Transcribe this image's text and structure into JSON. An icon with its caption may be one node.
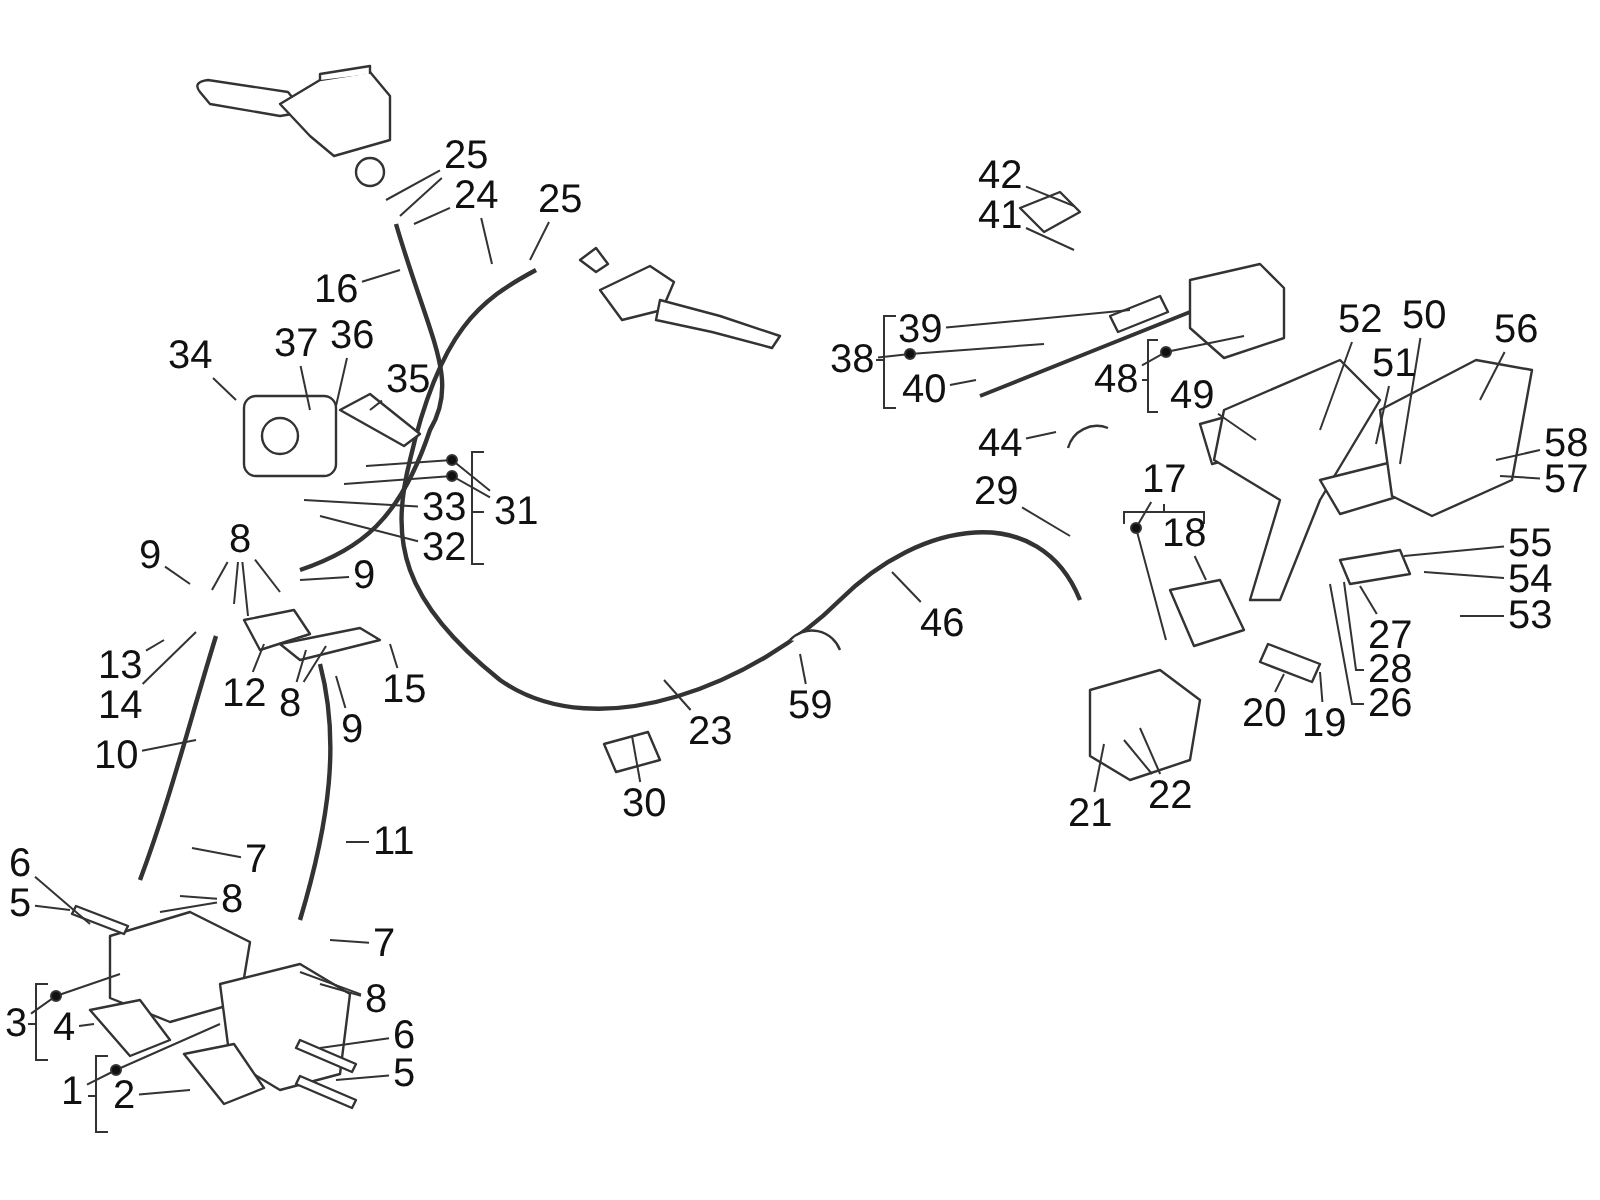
{
  "diagram": {
    "nodes": [
      {
        "text": [
          "25"
        ]
      },
      {
        "text": [
          "24"
        ]
      },
      {
        "text": [
          "25"
        ]
      },
      {
        "text": [
          "16"
        ]
      },
      {
        "text": [
          "34"
        ]
      },
      {
        "text": [
          "37"
        ]
      },
      {
        "text": [
          "36"
        ]
      },
      {
        "text": [
          "35"
        ]
      },
      {
        "text": [
          "31"
        ]
      },
      {
        "text": [
          "33"
        ]
      },
      {
        "text": [
          "32"
        ]
      },
      {
        "text": [
          "9"
        ]
      },
      {
        "text": [
          "8"
        ]
      },
      {
        "text": [
          "9"
        ]
      },
      {
        "text": [
          "13"
        ]
      },
      {
        "text": [
          "14"
        ]
      },
      {
        "text": [
          "12"
        ]
      },
      {
        "text": [
          "8"
        ]
      },
      {
        "text": [
          "15"
        ]
      },
      {
        "text": [
          "9"
        ]
      },
      {
        "text": [
          "10"
        ]
      },
      {
        "text": [
          "11"
        ]
      },
      {
        "text": [
          "6"
        ]
      },
      {
        "text": [
          "5"
        ]
      },
      {
        "text": [
          "7"
        ]
      },
      {
        "text": [
          "8"
        ]
      },
      {
        "text": [
          "3"
        ]
      },
      {
        "text": [
          "4"
        ]
      },
      {
        "text": [
          "1"
        ]
      },
      {
        "text": [
          "2"
        ]
      },
      {
        "text": [
          "7"
        ]
      },
      {
        "text": [
          "8"
        ]
      },
      {
        "text": [
          "6"
        ]
      },
      {
        "text": [
          "5"
        ]
      },
      {
        "text": [
          "42"
        ]
      },
      {
        "text": [
          "41"
        ]
      },
      {
        "text": [
          "39"
        ]
      },
      {
        "text": [
          "38"
        ]
      },
      {
        "text": [
          "40"
        ]
      },
      {
        "text": [
          "48"
        ]
      },
      {
        "text": [
          "49"
        ]
      },
      {
        "text": [
          "44"
        ]
      },
      {
        "text": [
          "52"
        ]
      },
      {
        "text": [
          "50"
        ]
      },
      {
        "text": [
          "51"
        ]
      },
      {
        "text": [
          "56"
        ]
      },
      {
        "text": [
          "58"
        ]
      },
      {
        "text": [
          "57"
        ]
      },
      {
        "text": [
          "29"
        ]
      },
      {
        "text": [
          "17"
        ]
      },
      {
        "text": [
          "18"
        ]
      },
      {
        "text": [
          "46"
        ]
      },
      {
        "text": [
          "55"
        ]
      },
      {
        "text": [
          "54"
        ]
      },
      {
        "text": [
          "53"
        ]
      },
      {
        "text": [
          "27"
        ]
      },
      {
        "text": [
          "28"
        ]
      },
      {
        "text": [
          "26"
        ]
      },
      {
        "text": [
          "59"
        ]
      },
      {
        "text": [
          "23"
        ]
      },
      {
        "text": [
          "30"
        ]
      },
      {
        "text": [
          "20"
        ]
      },
      {
        "text": [
          "19"
        ]
      },
      {
        "text": [
          "21"
        ]
      },
      {
        "text": [
          "22"
        ]
      }
    ],
    "edges": [
      {
        "from": 0,
        "to": null,
        "arrow": "none"
      },
      {
        "from": 0,
        "to": null,
        "arrow": "none"
      },
      {
        "from": 1,
        "to": null,
        "arrow": "none"
      },
      {
        "from": 1,
        "to": null,
        "arrow": "none"
      },
      {
        "from": 2,
        "to": null,
        "arrow": "none"
      },
      {
        "from": 3,
        "to": null,
        "arrow": "none"
      },
      {
        "from": 4,
        "to": null,
        "arrow": "none"
      },
      {
        "from": 5,
        "to": null,
        "arrow": "none"
      },
      {
        "from": 6,
        "to": null,
        "arrow": "none"
      },
      {
        "from": 7,
        "to": null,
        "arrow": "none"
      },
      {
        "from": 8,
        "to": null,
        "arrow": "none"
      },
      {
        "from": 8,
        "to": null,
        "arrow": "none"
      },
      {
        "from": 9,
        "to": null,
        "arrow": "none"
      },
      {
        "from": 10,
        "to": null,
        "arrow": "none"
      },
      {
        "from": 11,
        "to": null,
        "arrow": "none"
      },
      {
        "from": 12,
        "to": null,
        "arrow": "none"
      },
      {
        "from": 12,
        "to": null,
        "arrow": "none"
      },
      {
        "from": 12,
        "to": null,
        "arrow": "none"
      },
      {
        "from": 12,
        "to": null,
        "arrow": "none"
      },
      {
        "from": 13,
        "to": null,
        "arrow": "none"
      },
      {
        "from": 14,
        "to": null,
        "arrow": "none"
      },
      {
        "from": 15,
        "to": null,
        "arrow": "none"
      },
      {
        "from": 16,
        "to": null,
        "arrow": "none"
      },
      {
        "from": 17,
        "to": null,
        "arrow": "none"
      },
      {
        "from": 17,
        "to": null,
        "arrow": "none"
      },
      {
        "from": 18,
        "to": null,
        "arrow": "none"
      },
      {
        "from": 19,
        "to": null,
        "arrow": "none"
      },
      {
        "from": 20,
        "to": null,
        "arrow": "none"
      },
      {
        "from": 21,
        "to": null,
        "arrow": "none"
      },
      {
        "from": 22,
        "to": null,
        "arrow": "none"
      },
      {
        "from": 23,
        "to": null,
        "arrow": "none"
      },
      {
        "from": 24,
        "to": null,
        "arrow": "none"
      },
      {
        "from": 25,
        "to": null,
        "arrow": "none"
      },
      {
        "from": 25,
        "to": null,
        "arrow": "none"
      },
      {
        "from": 26,
        "to": null,
        "arrow": "none"
      },
      {
        "from": 27,
        "to": null,
        "arrow": "none"
      },
      {
        "from": 28,
        "to": null,
        "arrow": "none"
      },
      {
        "from": 29,
        "to": null,
        "arrow": "none"
      },
      {
        "from": 30,
        "to": null,
        "arrow": "none"
      },
      {
        "from": 31,
        "to": null,
        "arrow": "none"
      },
      {
        "from": 31,
        "to": null,
        "arrow": "none"
      },
      {
        "from": 32,
        "to": null,
        "arrow": "none"
      },
      {
        "from": 33,
        "to": null,
        "arrow": "none"
      },
      {
        "from": 34,
        "to": null,
        "arrow": "none"
      },
      {
        "from": 35,
        "to": null,
        "arrow": "none"
      },
      {
        "from": 36,
        "to": null,
        "arrow": "none"
      },
      {
        "from": 37,
        "to": null,
        "arrow": "none"
      },
      {
        "from": 38,
        "to": null,
        "arrow": "none"
      },
      {
        "from": 39,
        "to": null,
        "arrow": "none"
      },
      {
        "from": 40,
        "to": null,
        "arrow": "none"
      },
      {
        "from": 41,
        "to": null,
        "arrow": "none"
      },
      {
        "from": 42,
        "to": null,
        "arrow": "none"
      },
      {
        "from": 43,
        "to": null,
        "arrow": "none"
      },
      {
        "from": 44,
        "to": null,
        "arrow": "none"
      },
      {
        "from": 45,
        "to": null,
        "arrow": "none"
      },
      {
        "from": 46,
        "to": null,
        "arrow": "none"
      },
      {
        "from": 47,
        "to": null,
        "arrow": "none"
      },
      {
        "from": 48,
        "to": null,
        "arrow": "none"
      },
      {
        "from": 49,
        "to": null,
        "arrow": "none"
      },
      {
        "from": 50,
        "to": null,
        "arrow": "none"
      },
      {
        "from": 51,
        "to": null,
        "arrow": "none"
      },
      {
        "from": 52,
        "to": null,
        "arrow": "none"
      },
      {
        "from": 53,
        "to": null,
        "arrow": "none"
      },
      {
        "from": 54,
        "to": null,
        "arrow": "none"
      },
      {
        "from": 55,
        "to": null,
        "arrow": "none"
      },
      {
        "from": 56,
        "to": null,
        "arrow": "none"
      },
      {
        "from": 57,
        "to": null,
        "arrow": "none"
      },
      {
        "from": 58,
        "to": null,
        "arrow": "none"
      },
      {
        "from": 59,
        "to": null,
        "arrow": "none"
      },
      {
        "from": 60,
        "to": null,
        "arrow": "none"
      },
      {
        "from": 61,
        "to": null,
        "arrow": "none"
      },
      {
        "from": 62,
        "to": null,
        "arrow": "none"
      },
      {
        "from": 63,
        "to": null,
        "arrow": "none"
      },
      {
        "from": 64,
        "to": null,
        "arrow": "none"
      },
      {
        "from": 64,
        "to": null,
        "arrow": "none"
      }
    ]
  }
}
